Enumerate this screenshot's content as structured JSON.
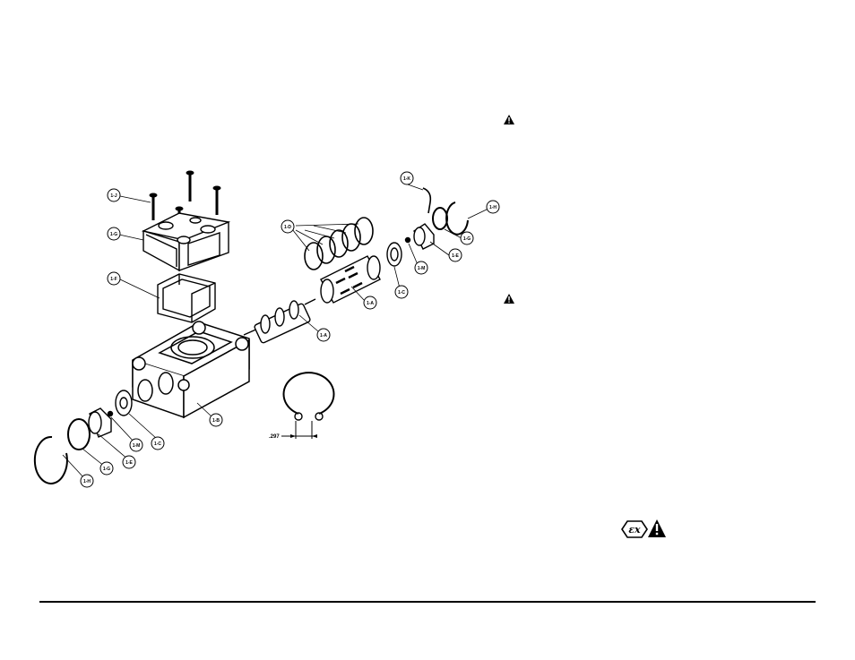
{
  "callouts": {
    "c_1J": "1-J",
    "c_1G": "1-G",
    "c_1F": "1-F",
    "c_1D": "1-D",
    "c_1A": "1-A",
    "c_1Ab": "1-A",
    "c_1K": "1-K",
    "c_1Ht": "1-H",
    "c_1Gt": "1-G",
    "c_1Et": "1-E",
    "c_1Mt": "1-M",
    "c_1C": "1-C",
    "c_1B": "1-B",
    "c_1Hb": "1-H",
    "c_1Gb": "1-G",
    "c_1Eb": "1-E",
    "c_1Mb": "1-M",
    "c_1Cb": "1-C"
  },
  "dimension": ".297",
  "icons": [
    "warning-icon",
    "warning-icon",
    "atex-ex-icon",
    "warning-icon"
  ],
  "colors": {
    "line": "#000000",
    "background": "#ffffff"
  }
}
